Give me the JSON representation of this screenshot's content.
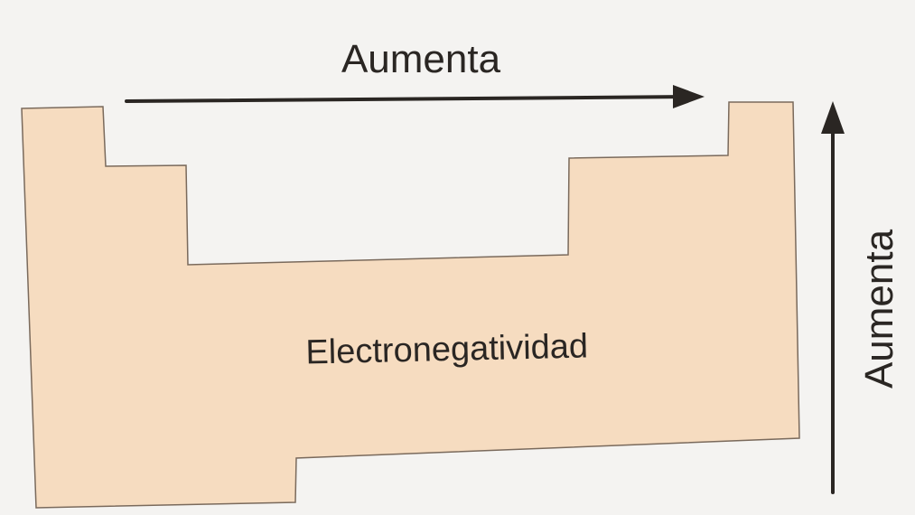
{
  "diagram": {
    "title_label": "Electronegatividad",
    "horizontal_arrow_label": "Aumenta",
    "vertical_arrow_label": "Aumenta",
    "colors": {
      "table_fill": "#f6dcc0",
      "table_outline": "#7a6a5c",
      "arrow": "#2a2623",
      "background": "#f4f3f1"
    }
  }
}
